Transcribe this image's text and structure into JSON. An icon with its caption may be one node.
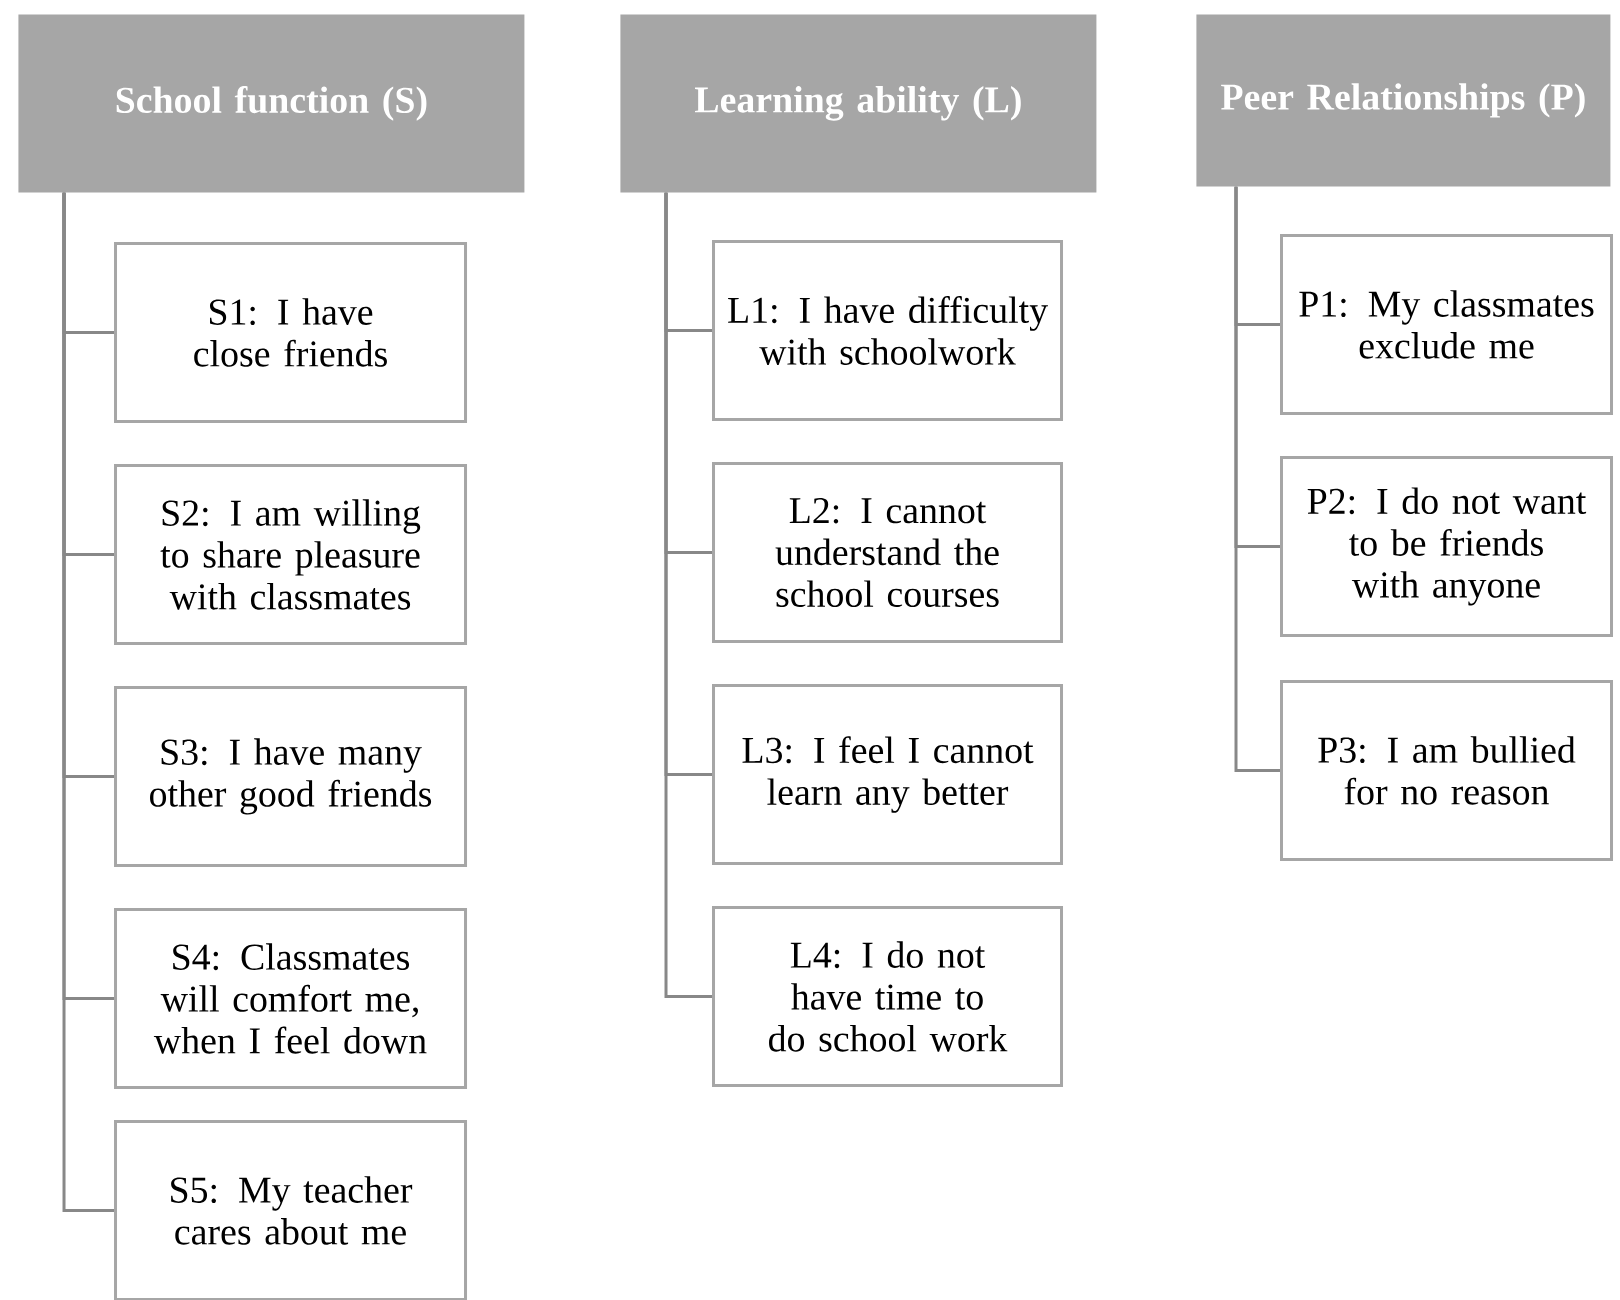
{
  "diagram": {
    "nodes": [
      {
        "text": [
          "School function (S)"
        ]
      },
      {
        "text": [
          "S1: I have close friends"
        ]
      },
      {
        "text": [
          "S2: I am willing to share pleasure with classmates"
        ]
      },
      {
        "text": [
          "S3: I have many other good friends"
        ]
      },
      {
        "text": [
          "S4: Classmates will comfort me, when I feel down"
        ]
      },
      {
        "text": [
          "S5: My teacher cares about me"
        ]
      },
      {
        "text": [
          "Learning ability (L)"
        ]
      },
      {
        "text": [
          "L1: I have difficulty with schoolwork"
        ]
      },
      {
        "text": [
          "L2: I cannot understand the school courses"
        ]
      },
      {
        "text": [
          "L3: I feel I cannot learn any better"
        ]
      },
      {
        "text": [
          "L4: I do not have time to do school work"
        ]
      },
      {
        "text": [
          "Peer Relationships (P)"
        ]
      },
      {
        "text": [
          "P1: My classmates exclude me"
        ]
      },
      {
        "text": [
          "P2: I do not want to be friends with anyone"
        ]
      },
      {
        "text": [
          "P3: I am bullied for no reason"
        ]
      }
    ],
    "edges": [
      {
        "from": 0,
        "to": 1,
        "arrow": "none"
      },
      {
        "from": 0,
        "to": 2,
        "arrow": "none"
      },
      {
        "from": 0,
        "to": 3,
        "arrow": "none"
      },
      {
        "from": 0,
        "to": 4,
        "arrow": "none"
      },
      {
        "from": 0,
        "to": 5,
        "arrow": "none"
      },
      {
        "from": 6,
        "to": 7,
        "arrow": "none"
      },
      {
        "from": 6,
        "to": 8,
        "arrow": "none"
      },
      {
        "from": 6,
        "to": 9,
        "arrow": "none"
      },
      {
        "from": 6,
        "to": 10,
        "arrow": "none"
      },
      {
        "from": 11,
        "to": 12,
        "arrow": "none"
      },
      {
        "from": 11,
        "to": 13,
        "arrow": "none"
      },
      {
        "from": 11,
        "to": 14,
        "arrow": "none"
      }
    ]
  }
}
